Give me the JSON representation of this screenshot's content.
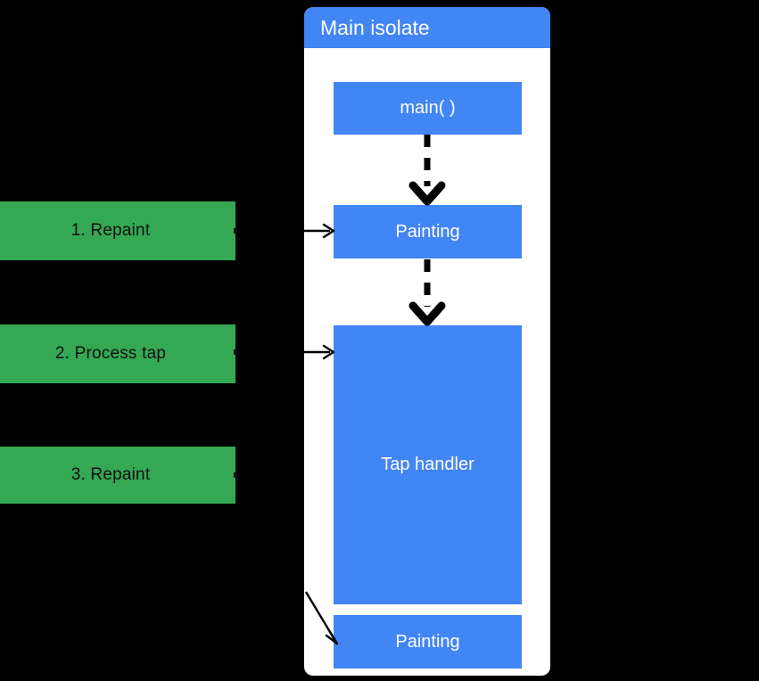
{
  "diagram": {
    "title": "Main isolate event loop diagram",
    "background_color": "#000000",
    "accent_blue": "#4285F4",
    "accent_green": "#34A853",
    "panel_color": "#FFFFFF"
  },
  "isolate_panel": {
    "header_label": "Main isolate",
    "boxes": [
      {
        "id": "main",
        "label": "main( )"
      },
      {
        "id": "painting1",
        "label": "Painting"
      },
      {
        "id": "taphandler",
        "label": "Tap handler"
      },
      {
        "id": "painting2",
        "label": "Painting"
      }
    ]
  },
  "steps": [
    {
      "index": "1",
      "label": "1. Repaint"
    },
    {
      "index": "2",
      "label": "2. Process tap"
    },
    {
      "index": "3",
      "label": "3. Repaint"
    }
  ],
  "connectors": [
    {
      "id": "main-to-painting",
      "style": "dashed",
      "direction": "down"
    },
    {
      "id": "painting-to-taphandler",
      "style": "dashed",
      "direction": "down"
    },
    {
      "id": "step1-to-painting",
      "style": "solid",
      "direction": "right"
    },
    {
      "id": "step2-to-taphandler",
      "style": "solid",
      "direction": "right"
    },
    {
      "id": "step3-to-painting2",
      "style": "solid",
      "direction": "diagonal-down-right"
    }
  ]
}
